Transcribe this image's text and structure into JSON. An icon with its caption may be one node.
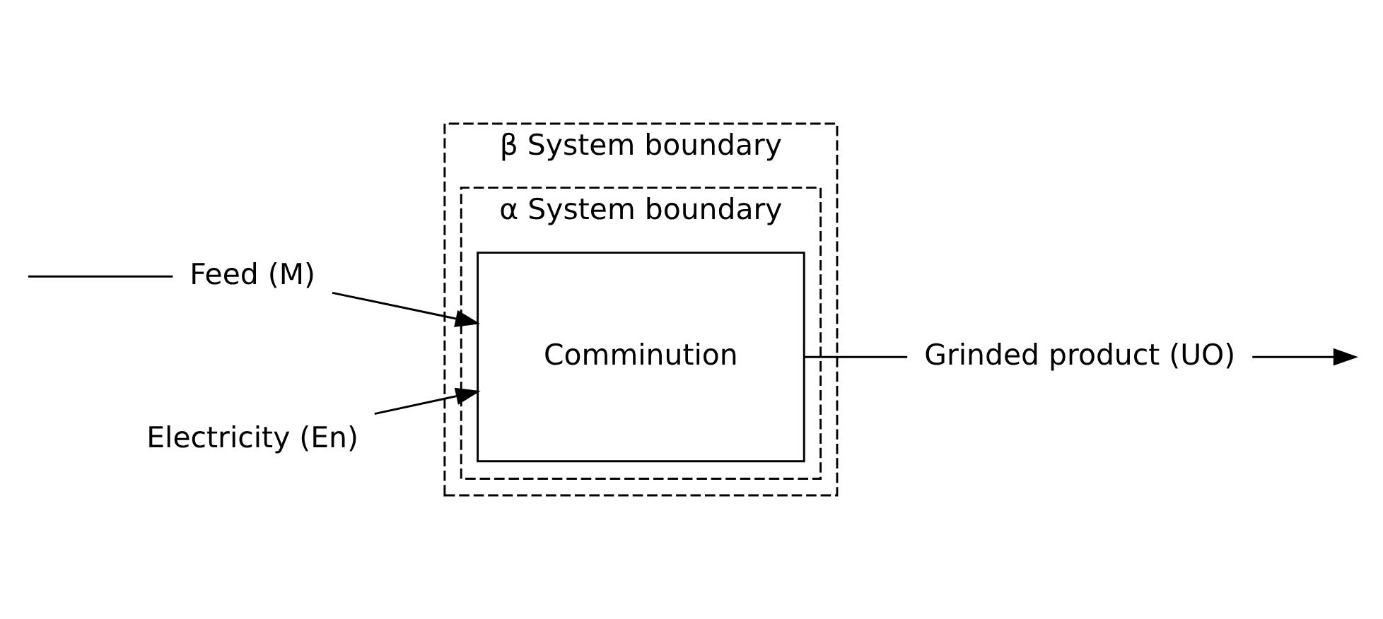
{
  "diagram": {
    "nodes": [
      {
        "text": [
          "β System boundary"
        ]
      },
      {
        "text": [
          "α System boundary"
        ],
        "in": 0
      },
      {
        "text": [
          "Comminution"
        ],
        "in": 1
      },
      {
        "text": [
          "Feed (M)"
        ]
      },
      {
        "text": [
          "Grinded product (UO)"
        ]
      },
      {
        "text": [
          "Electricity (En)"
        ]
      }
    ],
    "edges": [
      {
        "from": null,
        "to": 3,
        "arrow": "none"
      },
      {
        "from": 3,
        "to": 2,
        "arrow": "to"
      },
      {
        "from": 2,
        "to": 4,
        "arrow": "none"
      },
      {
        "from": 4,
        "to": null,
        "arrow": "to"
      },
      {
        "from": 5,
        "to": 2,
        "arrow": "to"
      }
    ]
  }
}
